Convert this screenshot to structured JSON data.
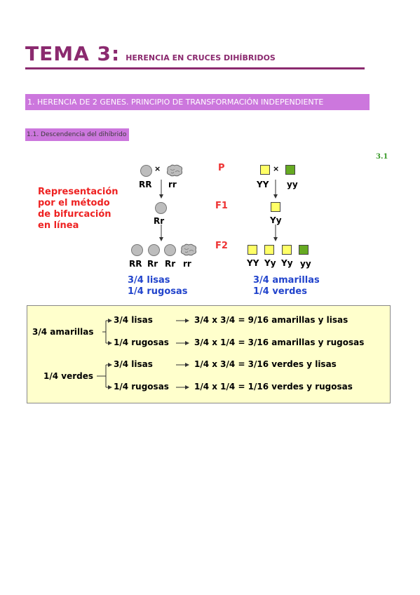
{
  "header": {
    "title_big": "TEMA 3:",
    "title_small": "HERENCIA EN CRUCES DIHÍBRIDOS"
  },
  "section": {
    "label": "1. HERENCIA DE 2 GENES. PRINCIPIO DE TRANSFORMACIÓN INDEPENDIENTE"
  },
  "subsection": {
    "label": "1.1. Descendencia del dihíbrido"
  },
  "figure": {
    "number": "3.1",
    "description_lines": [
      "Representación",
      "por el método",
      "de bifurcación",
      "en línea"
    ],
    "times_symbol": "×",
    "generations": {
      "p": "P",
      "f1": "F1",
      "f2": "F2"
    },
    "shape_cross": {
      "p_left": "RR",
      "p_right": "rr",
      "f1": "Rr",
      "f2": [
        "RR",
        "Rr",
        "Rr",
        "rr"
      ],
      "summary": [
        "3/4 lisas",
        "1/4 rugosas"
      ]
    },
    "color_cross": {
      "p_left": "YY",
      "p_right": "yy",
      "f1": "Yy",
      "f2": [
        "YY",
        "Yy",
        "Yy",
        "yy"
      ],
      "summary": [
        "3/4 amarillas",
        "1/4 verdes"
      ]
    },
    "colors": {
      "round": "#bdbdbd",
      "yellow": "#ffff66",
      "green": "#66aa22",
      "accent": "#8b2a6f",
      "section_bar": "#cc77dd"
    }
  },
  "combination_box": {
    "groups": [
      {
        "parent": "3/4 amarillas",
        "branches": [
          {
            "label": "3/4 lisas",
            "result": "3/4 x 3/4 = 9/16 amarillas y lisas"
          },
          {
            "label": "1/4 rugosas",
            "result": "3/4 x 1/4 = 3/16 amarillas y rugosas"
          }
        ]
      },
      {
        "parent": "1/4 verdes",
        "branches": [
          {
            "label": "3/4 lisas",
            "result": "1/4 x 3/4 = 3/16 verdes y lisas"
          },
          {
            "label": "1/4 rugosas",
            "result": "1/4 x 1/4 = 1/16 verdes y rugosas"
          }
        ]
      }
    ]
  }
}
